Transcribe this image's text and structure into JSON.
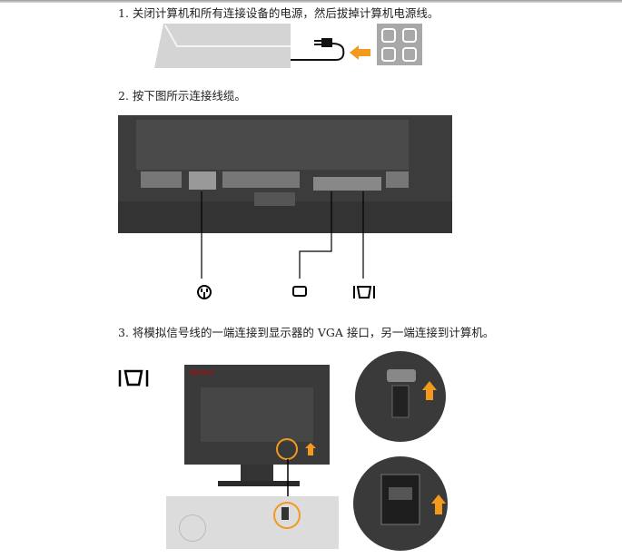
{
  "steps": [
    {
      "text": "1. 关闭计算机和所有连接设备的电源，然后拔掉计算机电源线。"
    },
    {
      "text": "2. 按下图所示连接线缆。"
    },
    {
      "text": "3. 将模拟信号线的一端连接到显示器的 VGA 接口，另一端连接到计算机。"
    }
  ],
  "monitor_logo": "lenovo",
  "colors": {
    "arrow": "#f39a1e",
    "monitor": "#3a3a3a",
    "panel": "#d6d6d6"
  }
}
